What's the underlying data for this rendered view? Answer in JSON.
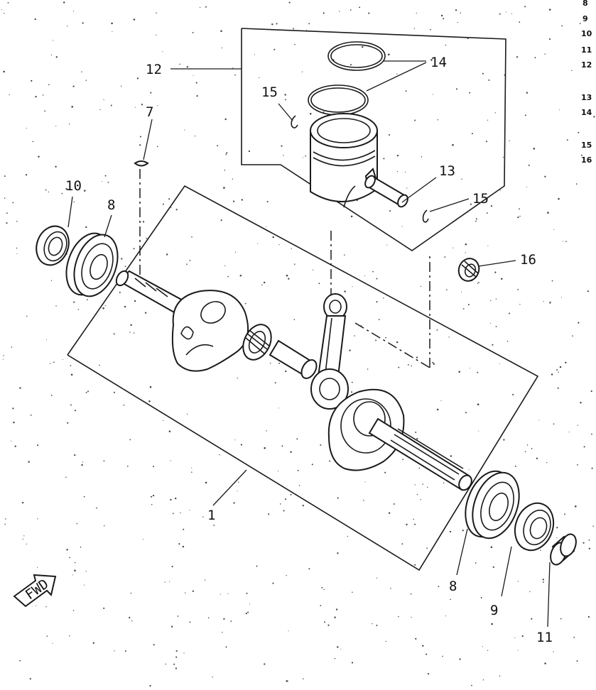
{
  "callouts": {
    "c1": "1",
    "c7": "7",
    "c8_top": "8",
    "c8_bottom": "8",
    "c9": "9",
    "c10": "10",
    "c11": "11",
    "c12": "12",
    "c13": "13",
    "c14": "14",
    "c15_top": "15",
    "c15_right": "15",
    "c16": "16"
  },
  "side_index": [
    "8",
    "9",
    "10",
    "11",
    "12",
    "13",
    "14",
    "15",
    "16"
  ],
  "fwd_arrow_text": "FWD"
}
